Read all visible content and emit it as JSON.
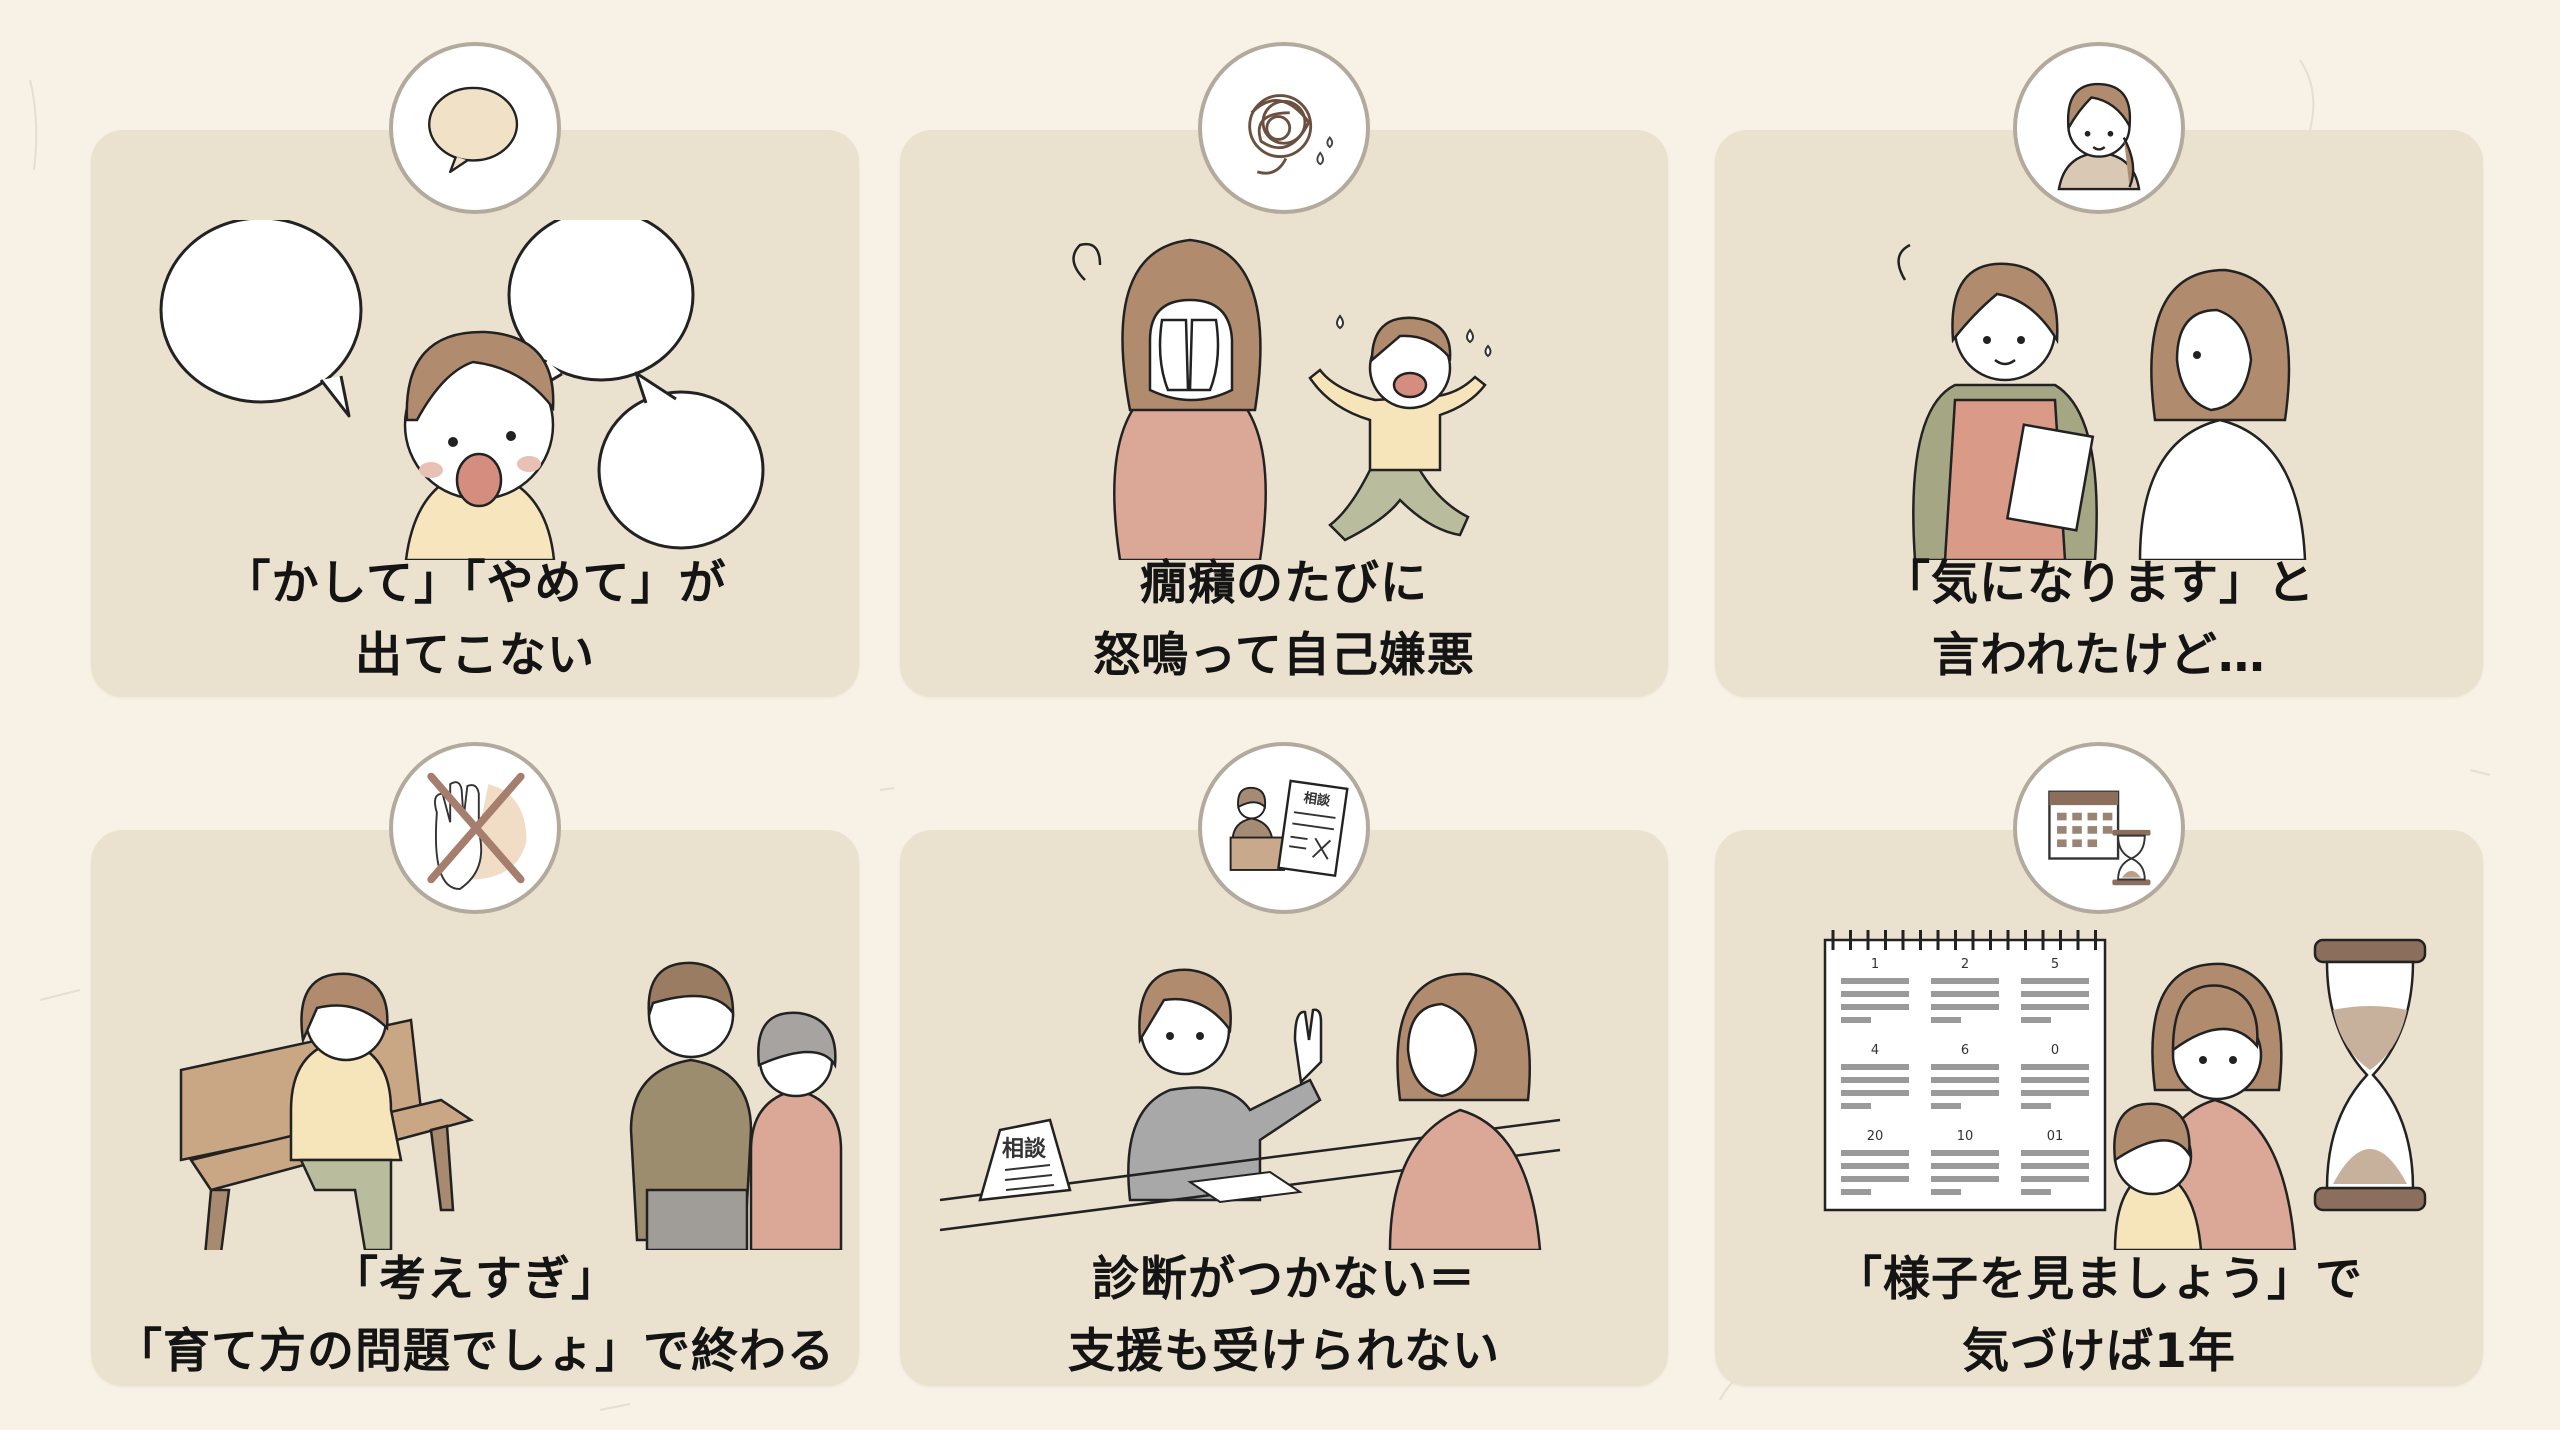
{
  "page": {
    "colors": {
      "background": "#f7f1e6",
      "card": "#ebe1cf",
      "badge_border": "#b3aa9e",
      "text": "#141414",
      "hair": "#b08b6e",
      "skin": "#ffffff",
      "sweater_pink": "#dba898",
      "shirt_yellow": "#f6e5bb",
      "pants_green": "#b9bd9d",
      "cross_mark": "#a57e6e"
    }
  },
  "cards": [
    {
      "id": "speech",
      "icon": "speech-bubble-icon",
      "illustration": "child-mouth-open-with-empty-speech-bubbles",
      "caption": [
        "「かして」「やめて」が",
        "出てこない"
      ]
    },
    {
      "id": "tantrum",
      "icon": "tangled-scribble-icon",
      "illustration": "mother-covering-face-and-crying-child",
      "caption": [
        "癇癪のたびに",
        "怒鳴って自己嫌悪"
      ]
    },
    {
      "id": "concern",
      "icon": "nursery-teacher-portrait-icon",
      "illustration": "teacher-with-clipboard-talking-to-mother",
      "caption": [
        "「気になります」と",
        "言われたけど…"
      ]
    },
    {
      "id": "dismissed",
      "icon": "crossed-out-hands-icon",
      "illustration": "mother-on-bench-and-grandparents-arms-crossed",
      "caption": [
        "「考えすぎ」",
        "「育て方の問題でしょ」で終わる"
      ]
    },
    {
      "id": "no-diagnosis",
      "icon": "consultation-desk-document-icon",
      "illustration": "counselor-refusing-mother-at-consultation-desk",
      "sign_text": "相談",
      "icon_doc_text": "相談",
      "caption": [
        "診断がつかない＝",
        "支援も受けられない"
      ]
    },
    {
      "id": "wait-and-see",
      "icon": "calendar-hourglass-icon",
      "illustration": "calendar-mother-child-hourglass",
      "calendar_months": [
        "1",
        "2",
        "5",
        "4",
        "6",
        "0",
        "20",
        "10",
        "01"
      ],
      "caption": [
        "「様子を見ましょう」で",
        "気づけば1年"
      ]
    }
  ]
}
